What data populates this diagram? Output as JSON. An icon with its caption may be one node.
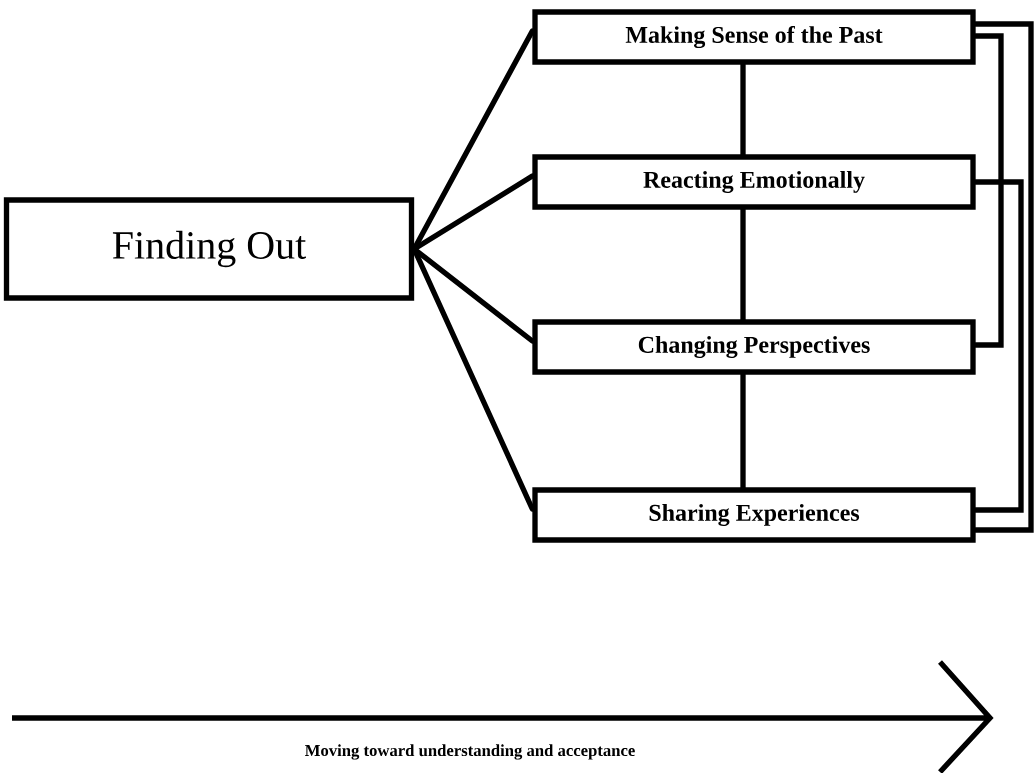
{
  "diagram": {
    "nodes": [
      {
        "text": [
          "Finding Out"
        ]
      },
      {
        "text": [
          "Making Sense of the Past"
        ]
      },
      {
        "text": [
          "Reacting Emotionally"
        ]
      },
      {
        "text": [
          "Changing Perspectives"
        ]
      },
      {
        "text": [
          "Sharing Experiences"
        ]
      }
    ],
    "edges": [
      {
        "from": 0,
        "to": 1,
        "arrow": "none"
      },
      {
        "from": 0,
        "to": 2,
        "arrow": "none"
      },
      {
        "from": 0,
        "to": 3,
        "arrow": "none"
      },
      {
        "from": 0,
        "to": 4,
        "arrow": "none"
      },
      {
        "from": 1,
        "to": 2,
        "arrow": "none"
      },
      {
        "from": 2,
        "to": 3,
        "arrow": "none"
      },
      {
        "from": 3,
        "to": 4,
        "arrow": "none"
      },
      {
        "from": 1,
        "to": 4,
        "arrow": "none"
      },
      {
        "from": 1,
        "to": 3,
        "arrow": "none"
      },
      {
        "from": 2,
        "to": 4,
        "arrow": "none"
      }
    ],
    "labels": [
      "Moving toward understanding and acceptance"
    ]
  }
}
